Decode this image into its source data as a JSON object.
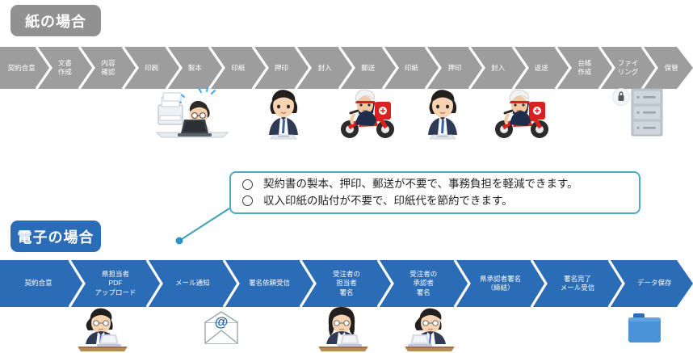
{
  "paper_section": {
    "badge_label": "紙の場合",
    "badge_color": "#919191",
    "bar_color": "#9d9d9d",
    "steps": [
      {
        "label": "契約合意"
      },
      {
        "label": "文書\n作成"
      },
      {
        "label": "内容\n確認"
      },
      {
        "label": "印刷"
      },
      {
        "label": "製本"
      },
      {
        "label": "印紙"
      },
      {
        "label": "押印"
      },
      {
        "label": "封入"
      },
      {
        "label": "郵送"
      },
      {
        "label": "印紙"
      },
      {
        "label": "押印"
      },
      {
        "label": "封入"
      },
      {
        "label": "返送"
      },
      {
        "label": "台帳\n作成"
      },
      {
        "label": "ファイ\nリング"
      },
      {
        "label": "保管"
      }
    ],
    "illustrations": [
      {
        "name": "stressed-office-worker-with-printer-and-laptop"
      },
      {
        "name": "businessman-stamping-document"
      },
      {
        "name": "postal-delivery-rider-on-scooter"
      },
      {
        "name": "businessman-stamping-document"
      },
      {
        "name": "postal-delivery-rider-on-scooter"
      },
      {
        "name": "locked-filing-cabinet"
      }
    ]
  },
  "electronic_section": {
    "badge_label": "電子の場合",
    "badge_color": "#2a6cb8",
    "bar_color": "#2b6cb7",
    "steps": [
      {
        "label": "契約合意"
      },
      {
        "label": "県担当者\nPDF\nアップロード"
      },
      {
        "label": "メール通知"
      },
      {
        "label": "署名依頼受信"
      },
      {
        "label": "受注者の\n担当者\n署名"
      },
      {
        "label": "受注者の\n承認者\n署名"
      },
      {
        "label": "県承認者署名\n（締結）"
      },
      {
        "label": "署名完了\nメール受信"
      },
      {
        "label": "データ保存"
      }
    ],
    "illustrations": [
      {
        "name": "man-working-at-laptop"
      },
      {
        "name": "email-envelope-at-sign"
      },
      {
        "name": "woman-working-at-laptop"
      },
      {
        "name": "man-working-at-laptop"
      },
      {
        "name": "blue-folder"
      }
    ]
  },
  "callout": {
    "border_color": "#4aacbf",
    "lines": [
      "契約書の製本、押印、郵送が不要で、事務負担を軽減できます。",
      "収入印紙の貼付が不要で、印紙代を節約できます。"
    ]
  }
}
